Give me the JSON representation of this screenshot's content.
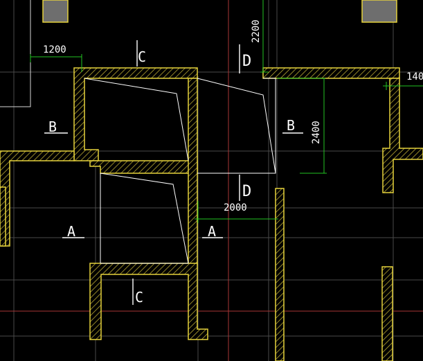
{
  "colors": {
    "background": "#000000",
    "wall": "#e6d23c",
    "hatch": "#c9b636",
    "grid": "#5a5a5a",
    "red_axis": "#b03a3a",
    "dimension": "#21c421",
    "stair_line": "#ffffff",
    "column_fill": "#6e6e6e"
  },
  "section_labels": {
    "c_top": "C",
    "d_top": "D",
    "b_left": "B",
    "b_right": "B",
    "d_bottom": "D",
    "a_left": "A",
    "a_right": "A",
    "c_bottom": "C"
  },
  "dimensions": {
    "d1200": "1200",
    "d2200": "2200",
    "d140": "140",
    "d2400": "2400",
    "d2000": "2000"
  }
}
